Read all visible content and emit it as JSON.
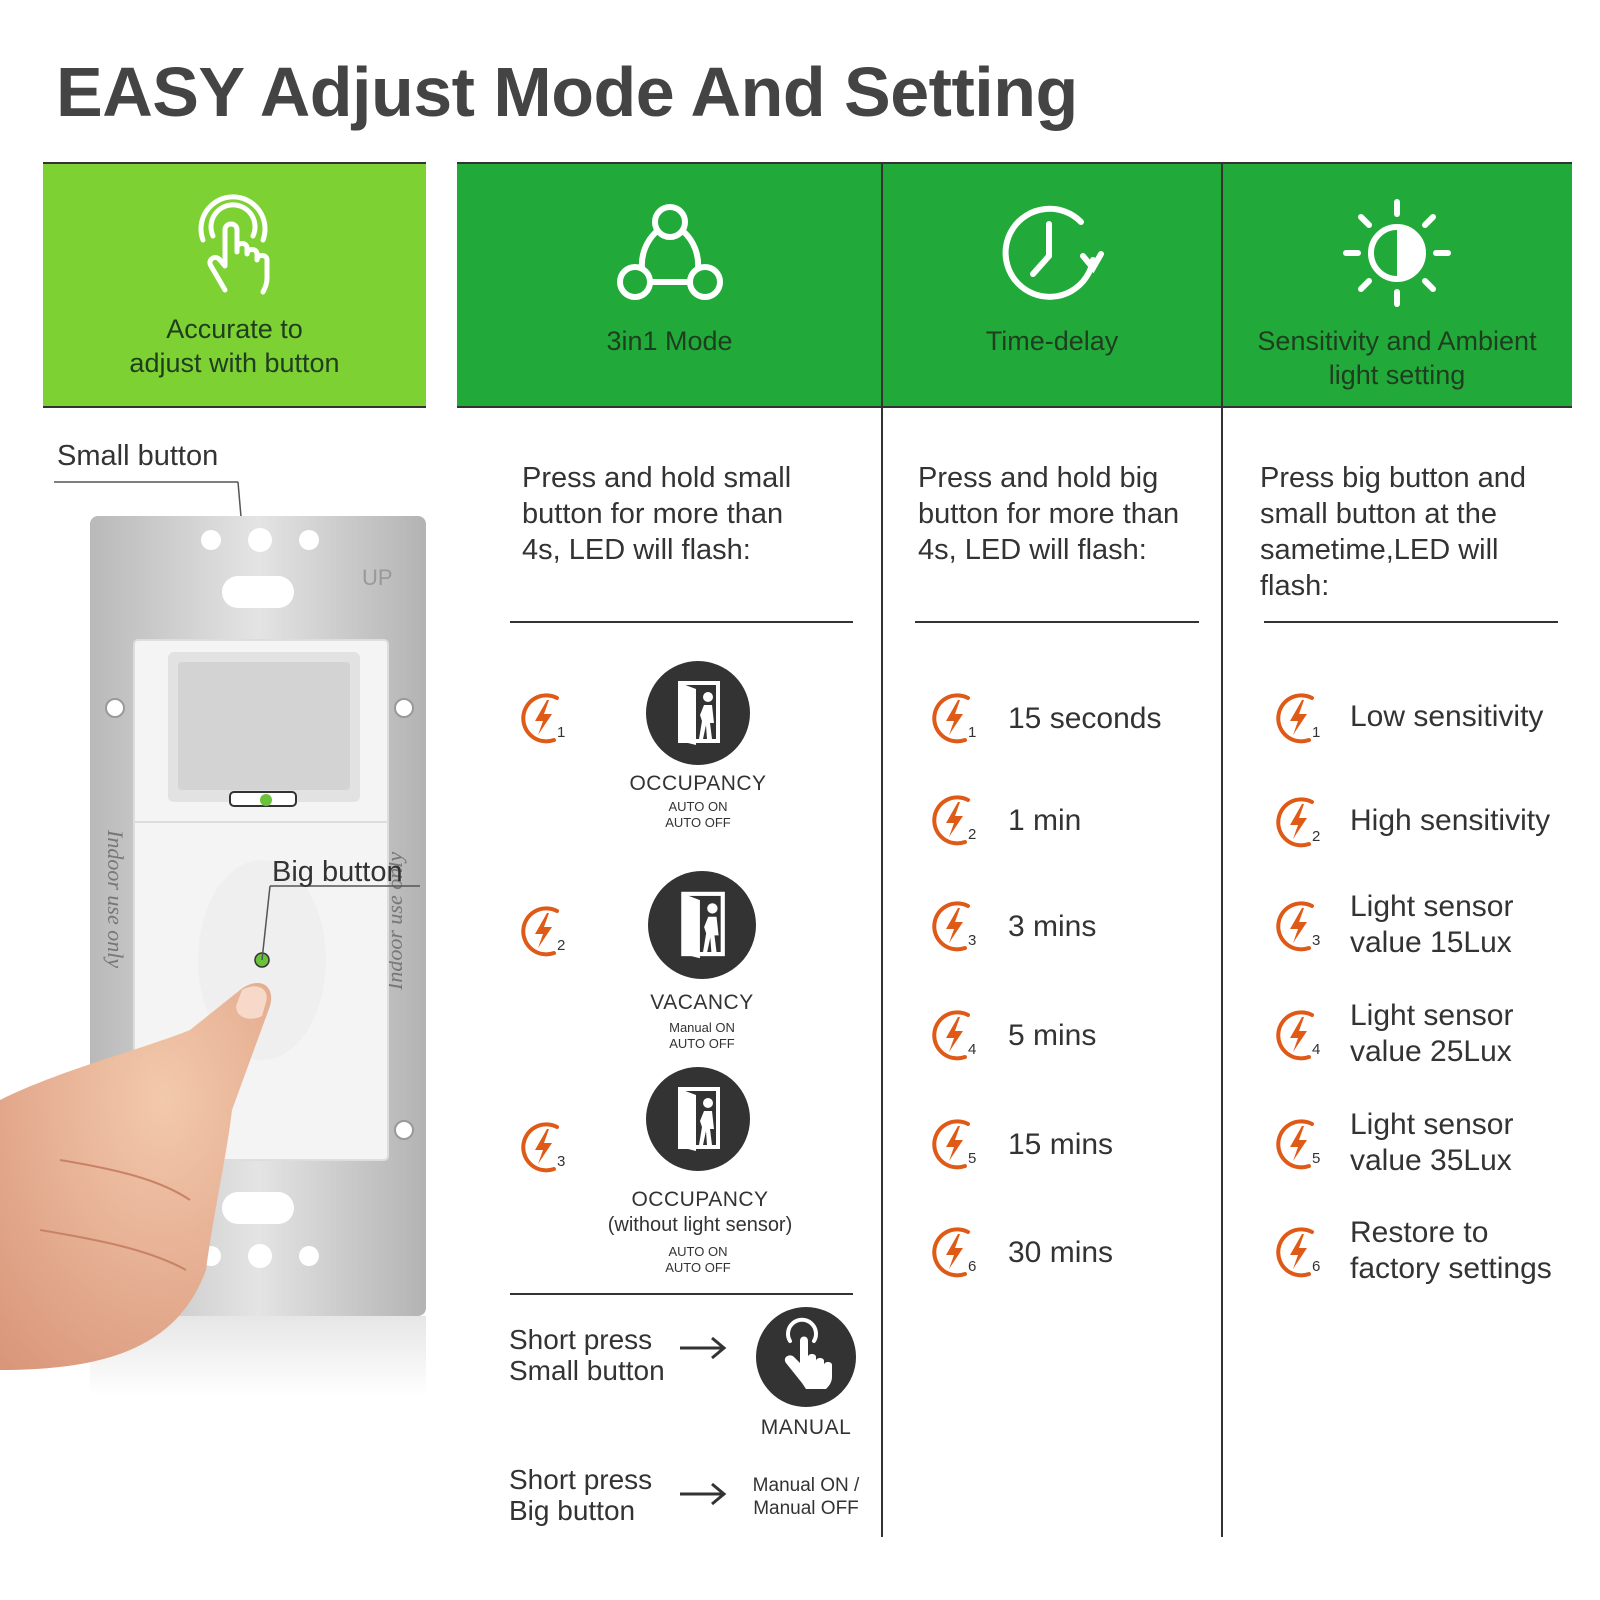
{
  "title": "EASY Adjust Mode And Setting",
  "colors": {
    "light_green": "#7dd132",
    "green": "#21aa3a",
    "orange": "#e05a17",
    "dark": "#333333"
  },
  "header": {
    "accurate": {
      "icon": "touch-finger-icon",
      "line1": "Accurate to",
      "line2": "adjust with button"
    },
    "mode": {
      "icon": "three-nodes-icon",
      "label": "3in1 Mode"
    },
    "delay": {
      "icon": "clock-icon",
      "label": "Time-delay"
    },
    "sensitivity": {
      "icon": "sun-icon",
      "line1": "Sensitivity and Ambient",
      "line2": "light setting"
    }
  },
  "device": {
    "small_button_label": "Small button",
    "big_button_label": "Big button",
    "plate_text_left": "Indoor use only",
    "plate_text_right": "Indoor use only",
    "plate_up": "UP"
  },
  "mode_column": {
    "intro": [
      "Press and hold small",
      "button for more than",
      "4s, LED will flash:"
    ],
    "modes": [
      {
        "step": "1",
        "icon": "door-person-icon",
        "name": "OCCUPANCY",
        "extra": "",
        "sub1": "AUTO ON",
        "sub2": "AUTO OFF"
      },
      {
        "step": "2",
        "icon": "door-person-icon",
        "name": "VACANCY",
        "extra": "",
        "sub1": "Manual ON",
        "sub2": "AUTO OFF"
      },
      {
        "step": "3",
        "icon": "door-person-icon",
        "name": "OCCUPANCY",
        "extra": "(without light sensor)",
        "sub1": "AUTO ON",
        "sub2": "AUTO OFF"
      }
    ],
    "short_small": {
      "line1": "Short press",
      "line2": "Small button",
      "result": "MANUAL",
      "icon": "tap-hand-icon"
    },
    "short_big": {
      "line1": "Short press",
      "line2": "Big button",
      "result1": "Manual ON /",
      "result2": "Manual OFF"
    }
  },
  "delay_column": {
    "intro": [
      "Press and hold big",
      "button for more than",
      "4s, LED will flash:"
    ],
    "options": [
      {
        "step": "1",
        "label": "15 seconds"
      },
      {
        "step": "2",
        "label": "1 min"
      },
      {
        "step": "3",
        "label": "3 mins"
      },
      {
        "step": "4",
        "label": "5 mins"
      },
      {
        "step": "5",
        "label": "15 mins"
      },
      {
        "step": "6",
        "label": "30 mins"
      }
    ]
  },
  "sensitivity_column": {
    "intro": [
      "Press big button and",
      "small button at the",
      "sametime,LED will",
      "flash:"
    ],
    "options": [
      {
        "step": "1",
        "line1": "Low sensitivity",
        "line2": ""
      },
      {
        "step": "2",
        "line1": "High sensitivity",
        "line2": ""
      },
      {
        "step": "3",
        "line1": "Light sensor",
        "line2": "value 15Lux"
      },
      {
        "step": "4",
        "line1": "Light sensor",
        "line2": "value 25Lux"
      },
      {
        "step": "5",
        "line1": "Light sensor",
        "line2": "value 35Lux"
      },
      {
        "step": "6",
        "line1": "Restore to",
        "line2": "factory settings"
      }
    ]
  }
}
